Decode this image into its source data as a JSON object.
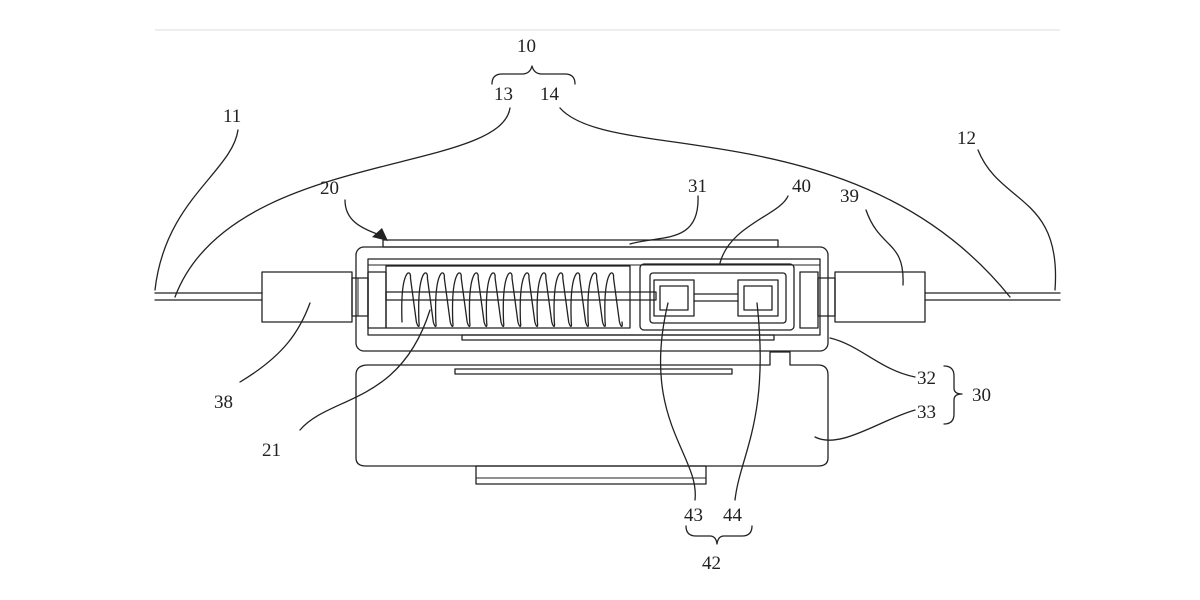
{
  "labels": {
    "l10": "10",
    "l11": "11",
    "l12": "12",
    "l13": "13",
    "l14": "14",
    "l20": "20",
    "l21": "21",
    "l30": "30",
    "l31": "31",
    "l32": "32",
    "l33": "33",
    "l38": "38",
    "l39": "39",
    "l40": "40",
    "l42": "42",
    "l43": "43",
    "l44": "44"
  },
  "spring": {
    "coils": 13
  },
  "colors": {
    "line": "#222222",
    "background": "#ffffff"
  }
}
